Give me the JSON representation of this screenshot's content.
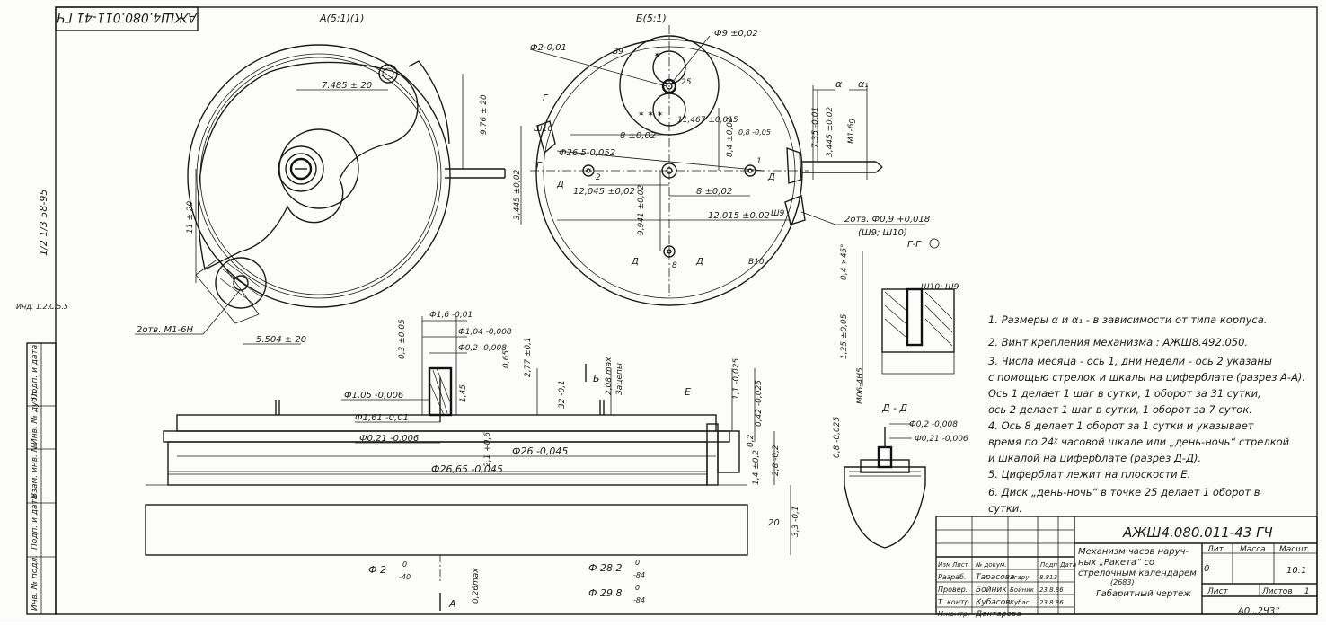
{
  "stamp_topleft": "АЖШ4.080.011-41 ГЧ",
  "side_vertical_number": "1/2 1/3 58-95",
  "side_small_label": "Инд.\n1.2.С.5.5",
  "side_strip": [
    "Инв. № подл.",
    "Подп. и дата",
    "Взам. инв. №",
    "Инв. № дубл.",
    "Подп. и дата"
  ],
  "view_a": {
    "title": "А(5:1)(1)",
    "dims": [
      "7.485 ± 20",
      "9.76 ± 20",
      "11 ± 20",
      "5.504 ± 20"
    ],
    "callout": "2отв. М1-6Н"
  },
  "view_b": {
    "title": "Б(5:1)",
    "dims": [
      "Ф2-0,01",
      "Ф9 ±0,02",
      "Ф26,5-0,052",
      "11,467 ±0,015",
      "8 ±0,02",
      "8 ±0,02",
      "12,015 ±0,02",
      "12,045 ±0,02",
      "9,941 ±0,02",
      "3,445 ±0,02",
      "8,4 ±0,02",
      "7,35 -0,01",
      "3,445 ±0,02",
      "М1-6g",
      "0,8 -0,05",
      "25",
      "1",
      "2",
      "8",
      "α",
      "α₁"
    ],
    "markers": [
      "В9",
      "В10",
      "Ш9",
      "Ш10",
      "Г",
      "Г",
      "Д",
      "Д",
      "Д",
      "Д"
    ],
    "callout": "2отв. Ф0,9 +0,018",
    "callout2": "(Ш9; Ш10)",
    "section_gg": "Г-Г"
  },
  "section": {
    "dims": [
      "Ф1,6 -0,01",
      "Ф1,04 -0,008",
      "Ф0,2 -0,008",
      "0,3 ±0,05",
      "0,65",
      "2,77 ±0,1",
      "Ф1,05 -0,006",
      "Ф1,61 -0,01",
      "Ф0,21 -0,006",
      "Ф26 -0,045",
      "Ф26,65 -0,045",
      "2,1 +0,6",
      "1,45",
      "32 -0,1",
      "2,08 max",
      "Зацепы",
      "1,1 -0,025",
      "0,42 -0,025",
      "0,2",
      "2,8 -0,2",
      "1,4 ±0,2",
      "3,3 -0,1",
      "0,26max",
      "20"
    ],
    "markers": [
      "Б",
      "Е",
      "А"
    ],
    "tolerances": [
      {
        "label": "Ф 2",
        "upper": "0",
        "lower": "-40"
      },
      {
        "label": "Ф 28.2",
        "upper": "0",
        "lower": "-84"
      },
      {
        "label": "Ф 29.8",
        "upper": "0",
        "lower": "-84"
      }
    ]
  },
  "detail_gg": {
    "dims": [
      "0,4 ×45°",
      "1,35 ±0,05",
      "М06-4Н5"
    ],
    "markers": [
      "Ш10; Ш9"
    ]
  },
  "detail_dd": {
    "title": "Д - Д",
    "dims": [
      "Ф0,2 -0,008",
      "Ф0,21 -0,006",
      "0,8 -0,025"
    ]
  },
  "notes": [
    "1. Размеры α и α₁ - в зависимости от типа корпуса.",
    "2. Винт крепления механизма : АЖШ8.492.050.",
    "3. Числа месяца - ось 1, дни недели - ось 2 указаны",
    "с помощью стрелок и шкалы на циферблате (разрез А-А).",
    "Ось 1 делает 1 шаг в сутки, 1 оборот за 31 сутки,",
    "ось 2 делает 1 шаг в сутки, 1 оборот за 7 суток.",
    "4. Ось 8 делает 1 оборот за 1 сутки и указывает",
    "время по 24ᵡ часовой шкале или „день-ночь“ стрелкой",
    "и шкалой на циферблате (разрез Д-Д).",
    "5. Циферблат лежит на плоскости Е.",
    "6. Диск „день-ночь“ в точке 25 делает 1 оборот в",
    "сутки."
  ],
  "title_block": {
    "designation": "АЖШ4.080.011-43 ГЧ",
    "name": [
      "Механизм часов наруч-",
      "ных „Ракета“ со",
      "стрелочным календарем",
      "(2683)"
    ],
    "doc_type": "Габаритный чертеж",
    "lit": "Лит.",
    "mass": "Масса",
    "scale_label": "Масшт.",
    "lit_value": "0",
    "scale_value": "10:1",
    "sheet_label": "Лист",
    "sheets_label": "Листов",
    "sheets_value": "1",
    "header": [
      "Изм",
      "Лист",
      "№ докум.",
      "Подп.",
      "Дата"
    ],
    "rows": [
      {
        "role": "Разраб.",
        "name": "Тарасова",
        "sign": "Агару",
        "date": "8.813"
      },
      {
        "role": "Провер.",
        "name": "Бойник",
        "sign": "Бойник",
        "date": "23.8.86"
      },
      {
        "role": "Т. контр.",
        "name": "Кубасов",
        "sign": "Кубас",
        "date": "23.8.86"
      },
      {
        "role": "Н.контр.",
        "name": "Дектарова",
        "sign": "",
        "date": ""
      }
    ],
    "bottom_partial": "А0 „2ЧЗ“"
  }
}
